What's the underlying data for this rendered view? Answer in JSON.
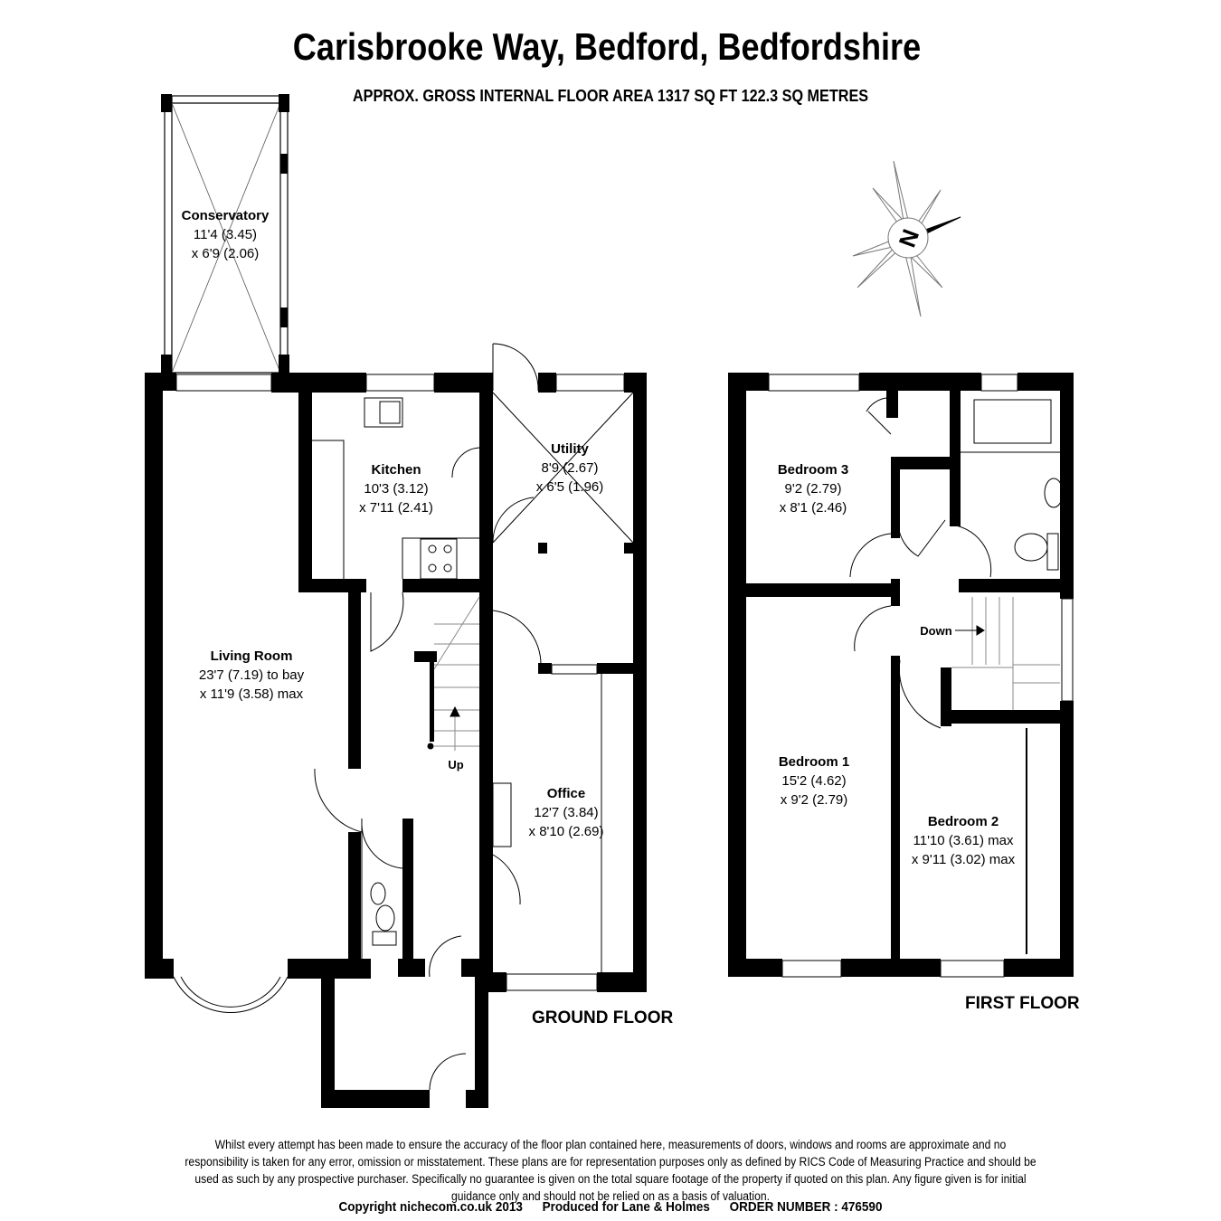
{
  "header": {
    "title": "Carisbrooke Way, Bedford, Bedfordshire",
    "subtitle": "APPROX. GROSS INTERNAL FLOOR AREA 1317 SQ FT 122.3 SQ METRES"
  },
  "compass": {
    "label": "N",
    "icon": "compass-north-icon"
  },
  "ground_floor": {
    "label": "GROUND FLOOR",
    "rooms": [
      {
        "name": "Conservatory",
        "dim1": "11'4 (3.45)",
        "dim2": "x 6'9 (2.06)"
      },
      {
        "name": "Kitchen",
        "dim1": "10'3 (3.12)",
        "dim2": "x 7'11 (2.41)"
      },
      {
        "name": "Utility",
        "dim1": "8'9 (2.67)",
        "dim2": "x 6'5 (1.96)"
      },
      {
        "name": "Living Room",
        "dim1": "23'7 (7.19) to bay",
        "dim2": "x 11'9 (3.58) max"
      },
      {
        "name": "Office",
        "dim1": "12'7 (3.84)",
        "dim2": "x 8'10 (2.69)"
      }
    ],
    "stairs_label": "Up"
  },
  "first_floor": {
    "label": "FIRST FLOOR",
    "rooms": [
      {
        "name": "Bedroom 3",
        "dim1": "9'2 (2.79)",
        "dim2": "x 8'1 (2.46)"
      },
      {
        "name": "Bedroom 1",
        "dim1": "15'2 (4.62)",
        "dim2": "x 9'2 (2.79)"
      },
      {
        "name": "Bedroom 2",
        "dim1": "11'10 (3.61) max",
        "dim2": "x 9'11 (3.02) max"
      }
    ],
    "stairs_label": "Down"
  },
  "footer": {
    "disclaimer": "Whilst every attempt has been made to ensure the accuracy of the floor plan contained here, measurements of doors, windows and rooms are approximate and no responsibility is taken for any error, omission or misstatement. These plans are for representation purposes only as defined by RICS Code of Measuring Practice and should be used as such by any prospective purchaser. Specifically no guarantee is given on the total square footage of the property if quoted on this plan. Any figure given is for initial guidance only and should not be relied on as a basis of valuation.",
    "copyright": "Copyright nichecom.co.uk 2013",
    "produced_for": "Produced for Lane & Holmes",
    "order_number": "ORDER NUMBER : 476590"
  }
}
